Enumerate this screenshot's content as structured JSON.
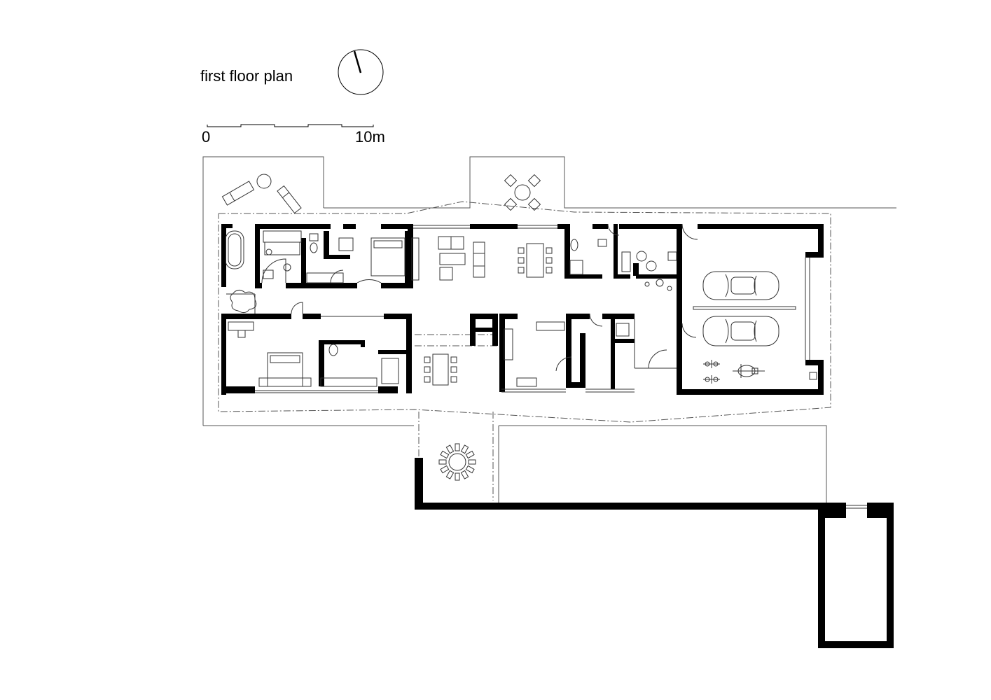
{
  "title": "first floor plan",
  "scale_bar": {
    "start_label": "0",
    "end_label": "10m"
  },
  "compass": {
    "icon": "north-arrow-icon"
  },
  "colors": {
    "wall": "#000000",
    "line": "#333333",
    "background": "#ffffff"
  }
}
